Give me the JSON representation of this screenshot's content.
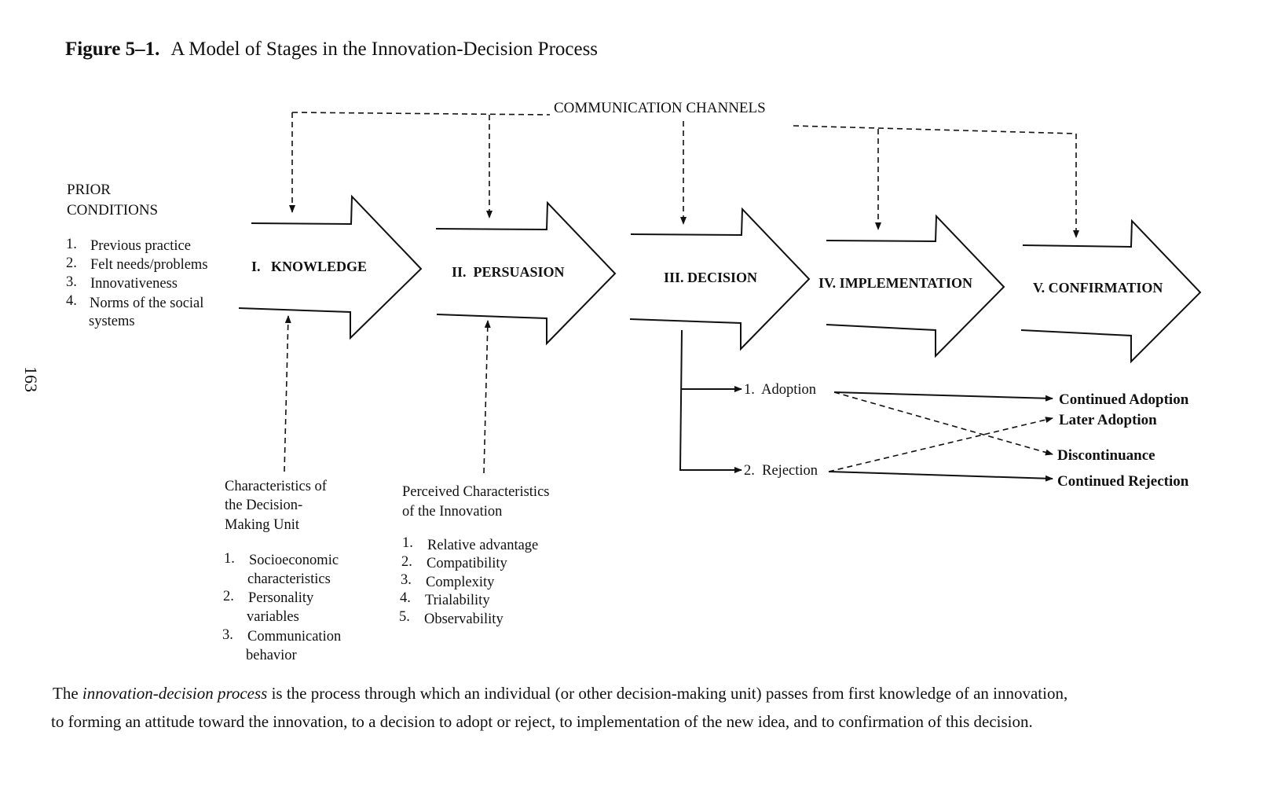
{
  "title": {
    "number": "Figure 5–1.",
    "text": "A Model of Stages in the Innovation-Decision Process"
  },
  "channels_label": "COMMUNICATION CHANNELS",
  "prior_conditions": {
    "heading_line1": "PRIOR",
    "heading_line2": "CONDITIONS",
    "items": [
      {
        "num": "1.",
        "text": "Previous practice"
      },
      {
        "num": "2.",
        "text": "Felt needs/problems"
      },
      {
        "num": "3.",
        "text": "Innovativeness"
      },
      {
        "num": "4.",
        "text": "Norms of the social"
      },
      {
        "num": "",
        "text": "systems"
      }
    ]
  },
  "stages": [
    {
      "label": "I.   KNOWLEDGE"
    },
    {
      "label": "II.  PERSUASION"
    },
    {
      "label": "III. DECISION"
    },
    {
      "label": "IV. IMPLEMENTATION"
    },
    {
      "label": "V. CONFIRMATION"
    }
  ],
  "decision_unit": {
    "heading": [
      "Characteristics of",
      "the Decision-",
      "Making Unit"
    ],
    "items": [
      {
        "num": "1.",
        "text": "Socioeconomic"
      },
      {
        "num": "",
        "text": "characteristics"
      },
      {
        "num": "2.",
        "text": "Personality"
      },
      {
        "num": "",
        "text": "variables"
      },
      {
        "num": "3.",
        "text": "Communication"
      },
      {
        "num": "",
        "text": "behavior"
      }
    ]
  },
  "innovation_chars": {
    "heading": [
      "Perceived Characteristics",
      "of the Innovation"
    ],
    "items": [
      {
        "num": "1.",
        "text": "Relative advantage"
      },
      {
        "num": "2.",
        "text": "Compatibility"
      },
      {
        "num": "3.",
        "text": "Complexity"
      },
      {
        "num": "4.",
        "text": "Trialability"
      },
      {
        "num": "5.",
        "text": "Observability"
      }
    ]
  },
  "decisions": {
    "adoption": "1.  Adoption",
    "rejection": "2.  Rejection"
  },
  "outcomes": {
    "continued_adoption": "Continued Adoption",
    "later_adoption": "Later Adoption",
    "discontinuance": "Discontinuance",
    "continued_rejection": "Continued Rejection"
  },
  "page_number": "163",
  "caption": {
    "before": "The ",
    "term": "innovation-decision process",
    "after_line1": " is the process through which an individual (or other decision-making unit) passes from first knowledge of an innovation,",
    "line2": "to forming an attitude toward the innovation, to a decision to adopt or reject, to implementation of the new idea, and to confirmation of this decision."
  }
}
